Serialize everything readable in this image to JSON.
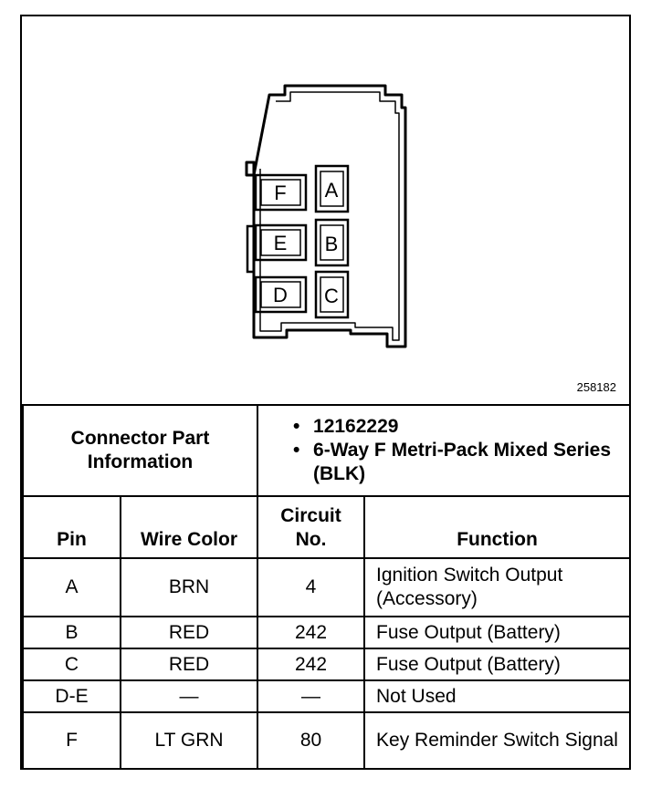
{
  "figure": {
    "number": "258182",
    "cavities": [
      "F",
      "A",
      "E",
      "B",
      "D",
      "C"
    ]
  },
  "info": {
    "label": "Connector Part Information",
    "items": [
      "12162229",
      "6-Way F Metri-Pack Mixed Series (BLK)"
    ]
  },
  "headers": {
    "pin": "Pin",
    "wire_color": "Wire Color",
    "circuit": "Circuit No.",
    "function": "Function"
  },
  "rows": [
    {
      "pin": "A",
      "wire": "BRN",
      "circuit": "4",
      "function": "Ignition Switch Output (Accessory)"
    },
    {
      "pin": "B",
      "wire": "RED",
      "circuit": "242",
      "function": "Fuse Output (Battery)"
    },
    {
      "pin": "C",
      "wire": "RED",
      "circuit": "242",
      "function": "Fuse Output (Battery)"
    },
    {
      "pin": "D-E",
      "wire": "—",
      "circuit": "—",
      "function": "Not Used"
    },
    {
      "pin": "F",
      "wire": "LT GRN",
      "circuit": "80",
      "function": "Key Reminder Switch Signal"
    }
  ]
}
